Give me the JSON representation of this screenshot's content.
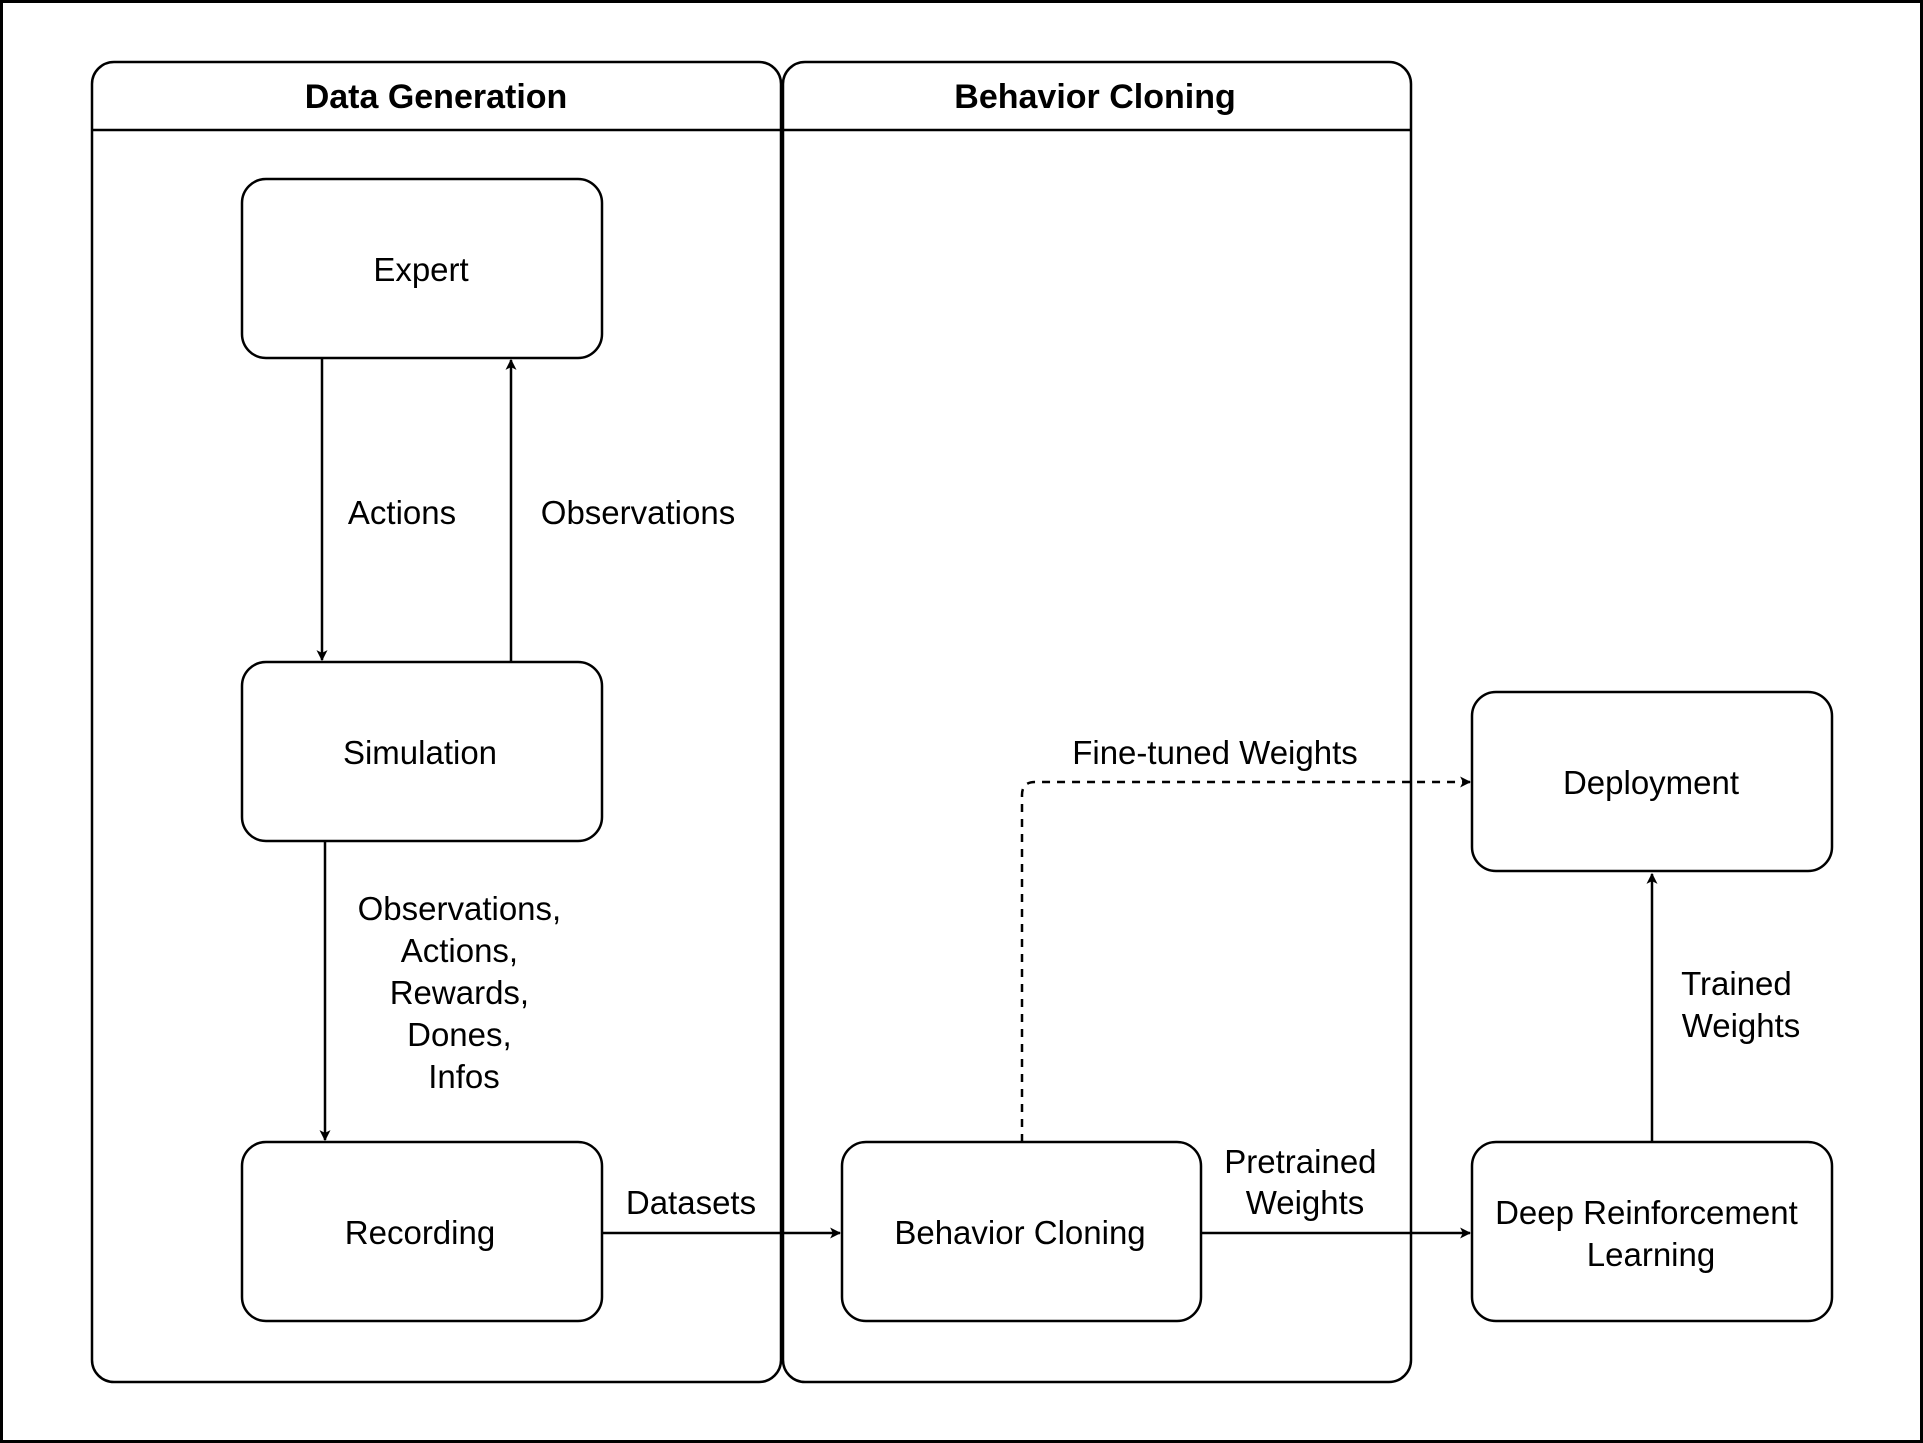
{
  "swimlanes": {
    "data_generation": "Data Generation",
    "behavior_cloning": "Behavior Cloning"
  },
  "nodes": {
    "expert": "Expert",
    "simulation": "Simulation",
    "recording": "Recording",
    "behavior_cloning": "Behavior Cloning",
    "deep_rl": [
      "Deep Reinforcement",
      "Learning"
    ],
    "deployment": "Deployment"
  },
  "edges": {
    "actions": "Actions",
    "observations": "Observations",
    "recorded_data": [
      "Observations,",
      "Actions,",
      "Rewards,",
      "Dones,",
      "Infos"
    ],
    "datasets": "Datasets",
    "pretrained_weights": [
      "Pretrained",
      "Weights"
    ],
    "trained_weights": [
      "Trained",
      "Weights"
    ],
    "fine_tuned_weights": "Fine-tuned Weights"
  },
  "colors": {
    "stroke": "#000000",
    "background": "#ffffff"
  }
}
